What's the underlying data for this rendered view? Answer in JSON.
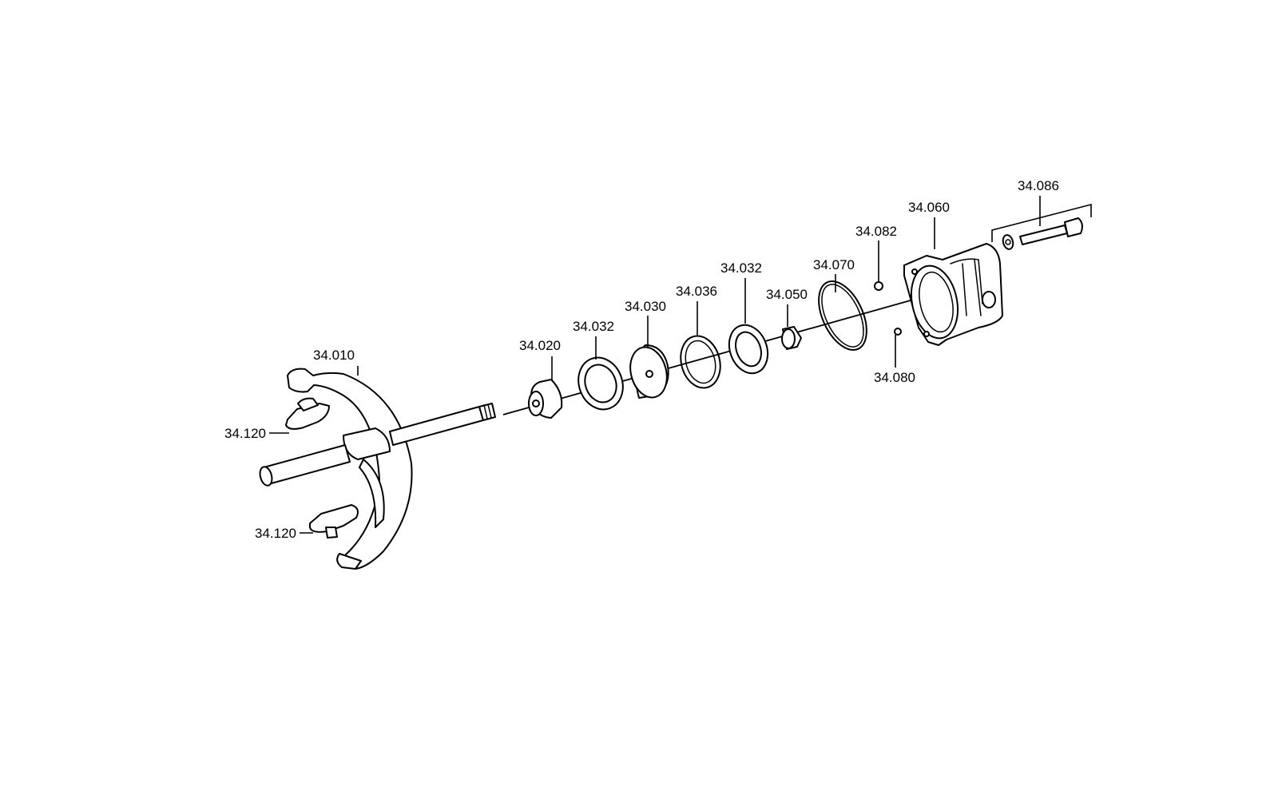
{
  "callouts": {
    "c34010": "34.010",
    "c34120a": "34.120",
    "c34120b": "34.120",
    "c34020": "34.020",
    "c34032a": "34.032",
    "c34030": "34.030",
    "c34036": "34.036",
    "c34032b": "34.032",
    "c34050": "34.050",
    "c34070": "34.070",
    "c34082": "34.082",
    "c34080": "34.080",
    "c34060": "34.060",
    "c34086": "34.086"
  }
}
